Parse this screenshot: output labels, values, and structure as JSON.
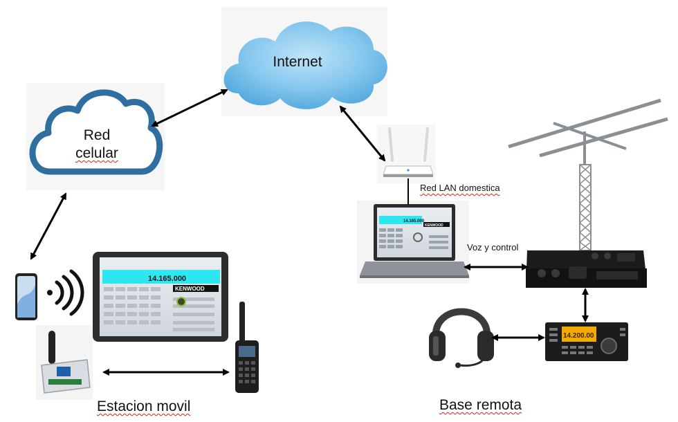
{
  "clouds": {
    "internet": "Internet",
    "red_celular_line1": "Red",
    "red_celular_line2": "celular"
  },
  "labels": {
    "red_lan": "Red LAN domestica",
    "voz_control": "Voz y control",
    "estacion_movil": "Estacion movil",
    "base_remota": "Base remota"
  },
  "screens": {
    "tablet_frequency": "14.165.000",
    "tablet_brand": "KENWOOD",
    "laptop_frequency": "14.165.000",
    "laptop_brand": "KENWOOD",
    "radio_display": "14.200.00"
  },
  "colors": {
    "cloud_internet": "#7fc3ec",
    "cloud_celular_outline": "#2f6fa0",
    "arrow": "#000000",
    "screen_cyan": "#2ee6f0",
    "radio_display": "#f2a900"
  }
}
